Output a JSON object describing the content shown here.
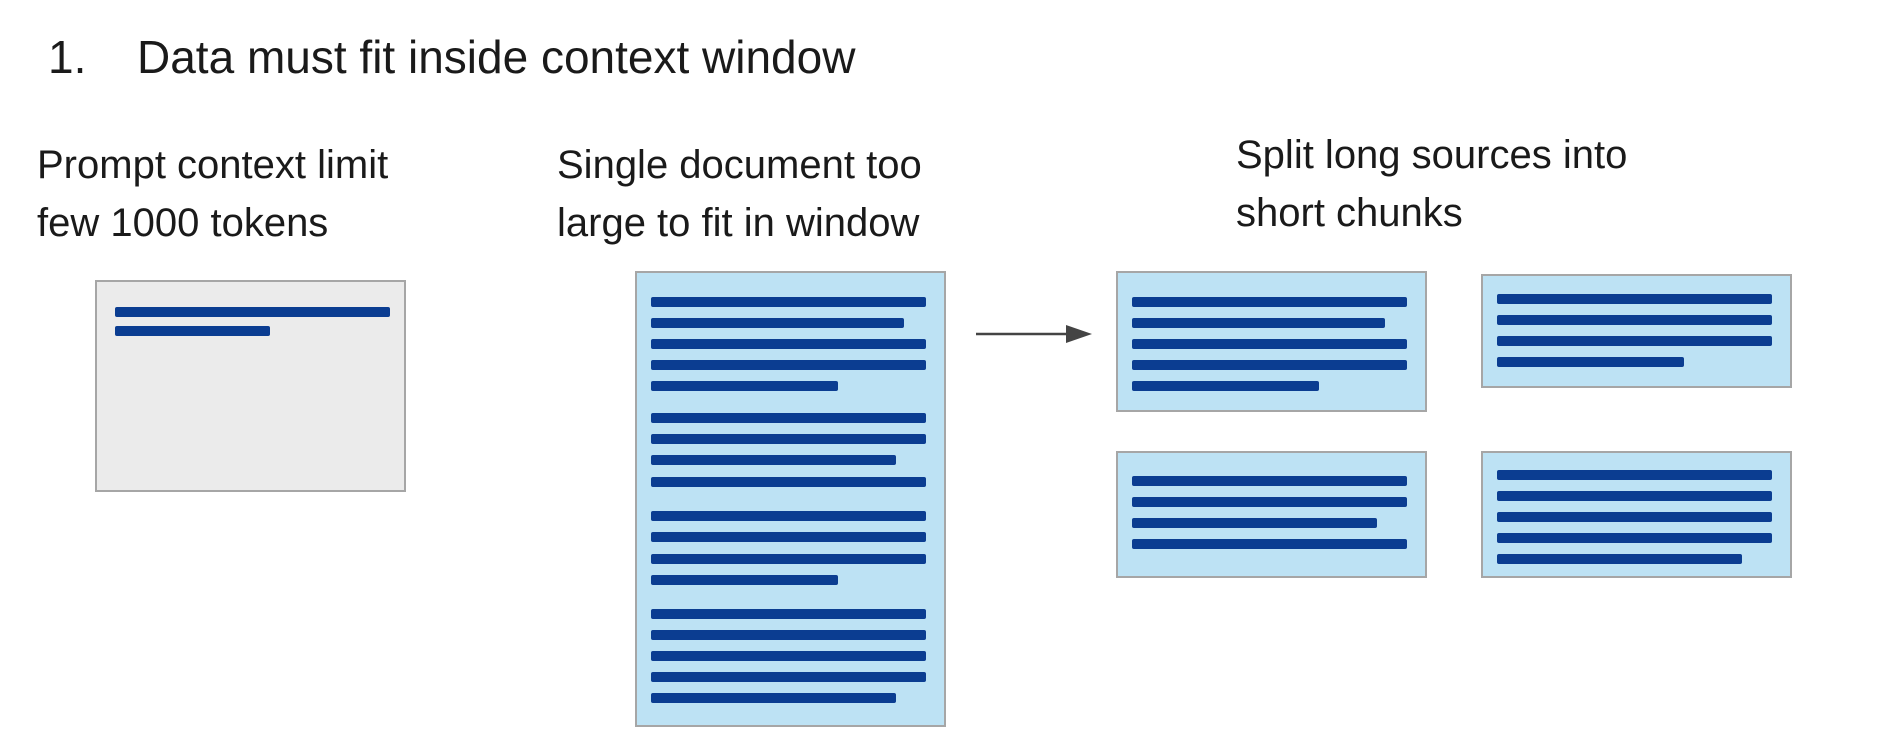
{
  "heading": {
    "number": "1.",
    "text": "Data must fit inside context window"
  },
  "captions": {
    "prompt": [
      "Prompt context limit",
      "few 1000 tokens"
    ],
    "single_document": [
      "Single document too",
      "large to fit in window"
    ],
    "split": [
      "Split long sources into",
      "short chunks"
    ]
  },
  "colors": {
    "text_line": "#0b3d91",
    "document_fill": "#bde2f4",
    "prompt_fill": "#ebebeb",
    "border": "#a6a6a6",
    "arrow": "#444444"
  },
  "icons": {
    "prompt_box": "gray-page-icon",
    "document": "document-icon",
    "arrow": "right-arrow-icon",
    "chunks": "document-chunk-icon"
  }
}
